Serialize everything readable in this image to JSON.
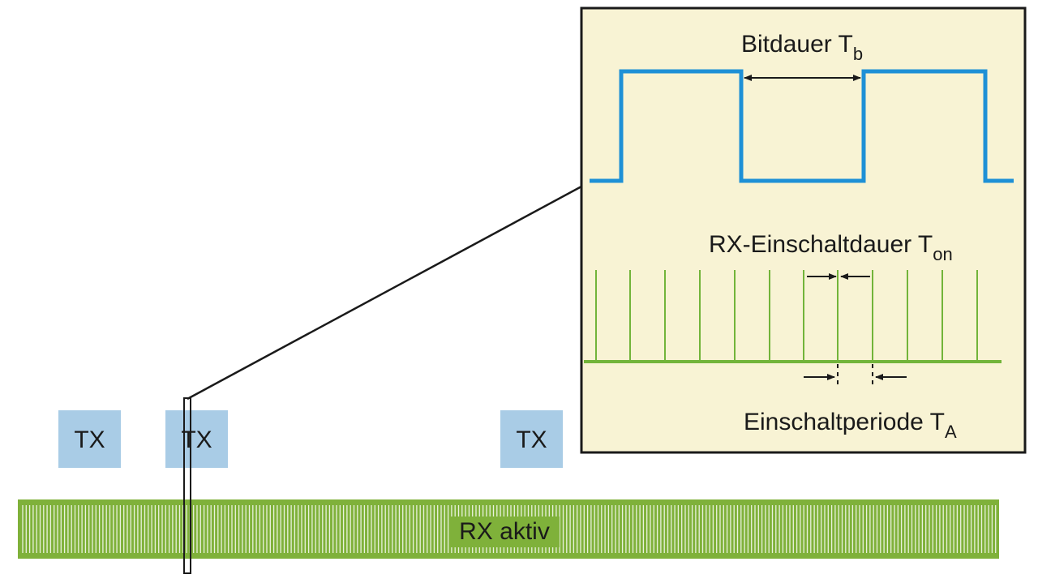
{
  "diagram": {
    "tx_blocks": [
      {
        "label": "TX"
      },
      {
        "label": "TX"
      },
      {
        "label": "TX"
      }
    ],
    "rx_bar": {
      "label": "RX aktiv"
    },
    "zoom_panel": {
      "bit_duration": {
        "text": "Bitdauer T",
        "sub": "b"
      },
      "rx_on_duration": {
        "text": "RX-Einschaltdauer T",
        "sub": "on"
      },
      "on_period": {
        "text": "Einschaltperiode T",
        "sub": "A"
      }
    },
    "colors": {
      "tx_box": "#a9cce6",
      "rx_bar": "#7fb13a",
      "panel_bg": "#f8f3d4",
      "square_wave": "#1e90d6",
      "pulses": "#72b43a",
      "outline": "#1a1a1a"
    }
  }
}
